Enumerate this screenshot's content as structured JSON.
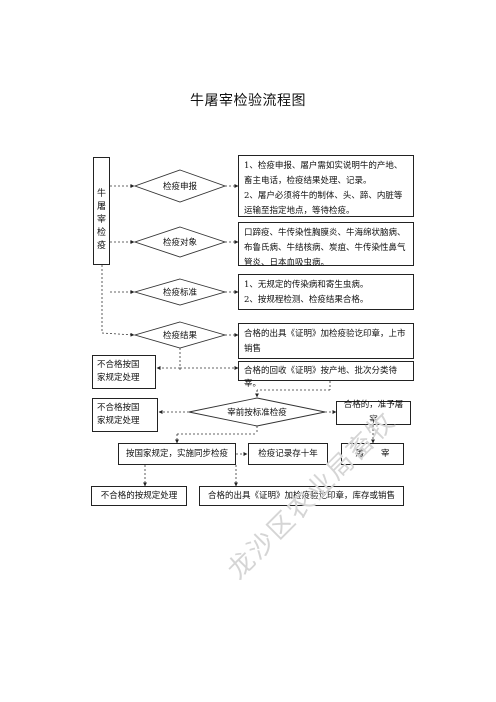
{
  "title": "牛屠宰检验流程图",
  "left_label": [
    "牛",
    "屠",
    "宰",
    "检",
    "疫"
  ],
  "diamonds": {
    "apply": "检疫申报",
    "object": "检疫对象",
    "standard": "检疫标准",
    "result": "检疫结果",
    "pre_slaughter": "宰前按标准检疫"
  },
  "boxes": {
    "apply_detail": [
      "1、检疫申报、屠户需如实说明牛的产地、",
      "畜主电话，检疫结果处理、记录。",
      "2、屠户必须将牛的制体、头、蹄、内脏等",
      "运输至指定地点，等待检疫。"
    ],
    "object_detail": [
      "口蹄疫、牛传染性胸膜炎、牛海绵状脑病、",
      "布鲁氏病、牛结核病、炭疽、牛传染性鼻气",
      "管炎、日本血吸虫病。"
    ],
    "standard_detail": [
      "1、无规定的传染病和寄生虫病。",
      "2、按规程检测、检疫结果合格。"
    ],
    "result_pass": [
      "合格的出具《证明》加检疫验讫印章，上市",
      "销售"
    ],
    "result_fail": [
      "合格的回收《证明》按产地、批次分类待宰。"
    ],
    "fail_handle_1": [
      "不合格按国",
      "家规定处理"
    ],
    "fail_handle_2": [
      "不合格按国",
      "家规定处理"
    ],
    "pass_slaughter": "合格的，准予屠宰",
    "sync_inspect": "按国家规定，实施同步检疫",
    "record": "检疫记录存十年",
    "slaughter": "屠　　宰",
    "fail_final": "不合格的按规定处理",
    "pass_final": "合格的出具《证明》加检疫验讫印章，库存或销售"
  },
  "watermark": "龙沙区农业局畜牧"
}
